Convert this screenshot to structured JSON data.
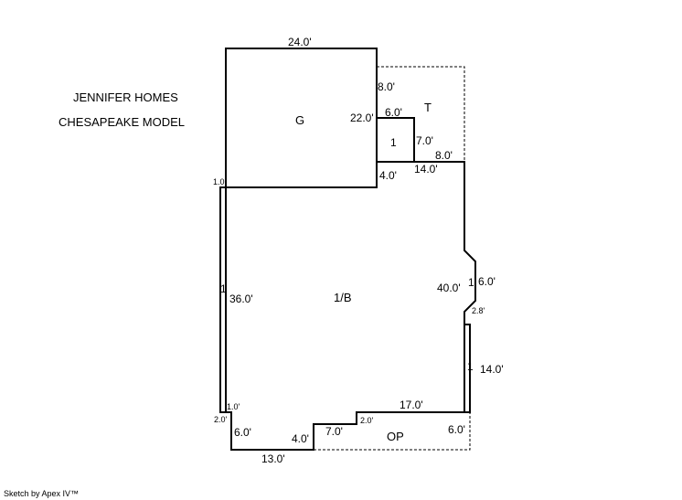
{
  "header": {
    "company": "JENNIFER HOMES",
    "model": "CHESAPEAKE MODEL"
  },
  "areas": {
    "garage": "G",
    "t_area": "T",
    "main_level": "1/B",
    "op_area": "OP",
    "one_story_small": "1",
    "one_story_left": "1",
    "one_story_bay": "1",
    "one_story_right": "1"
  },
  "dimensions": {
    "g_top": "24.0'",
    "g_right_upper": "8.0'",
    "g_right": "22.0'",
    "t_small_top": "6.0'",
    "t_small_right": "7.0'",
    "t_right_top": "8.0'",
    "notch_down": "4.0'",
    "main_top": "14.0'",
    "left_strip_top": "1.0",
    "main_left": "36.0'",
    "main_right": "40.0'",
    "bay_face": "6.0'",
    "bay_depth": "2.8'",
    "right_wing": "14.0'",
    "main_bottom_right": "17.0'",
    "left_strip_bottom": "1.0'",
    "step_left_down": "2.0'",
    "step_left_across": "6.0'",
    "bottom_across": "13.0'",
    "step_up_1": "4.0'",
    "step_across_2": "7.0'",
    "step_up_2": "2.0'",
    "op_right": "6.0'"
  },
  "footer": {
    "credit": "Sketch by Apex IV™"
  }
}
